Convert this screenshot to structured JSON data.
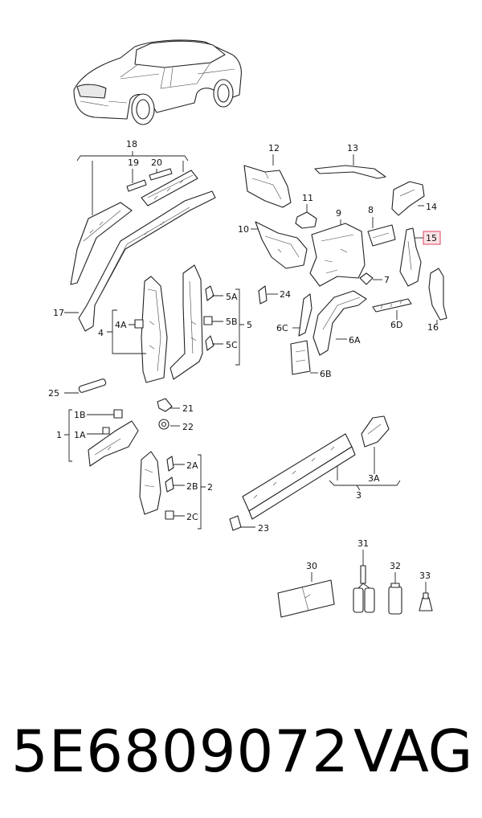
{
  "footer": {
    "part_number": "5E6809072",
    "brand": "VAG"
  },
  "diagram": {
    "highlighted_label": "15",
    "labels": {
      "l18": "18",
      "l19": "19",
      "l20": "20",
      "l17": "17",
      "l12": "12",
      "l13": "13",
      "l11": "11",
      "l14": "14",
      "l9": "9",
      "l8": "8",
      "l10": "10",
      "l15": "15",
      "l7": "7",
      "l6D": "6D",
      "l16": "16",
      "l6C": "6C",
      "l6A": "6A",
      "l6B": "6B",
      "l24": "24",
      "l5A": "5A",
      "l5B": "5B",
      "l5C": "5C",
      "l5": "5",
      "l4": "4",
      "l4A": "4A",
      "l25": "25",
      "l21": "21",
      "l22": "22",
      "l1B": "1B",
      "l1A": "1A",
      "l1": "1",
      "l2A": "2A",
      "l2B": "2B",
      "l2": "2",
      "l2C": "2C",
      "l23": "23",
      "l3A": "3A",
      "l3": "3",
      "l30": "30",
      "l31": "31",
      "l32": "32",
      "l33": "33"
    }
  }
}
